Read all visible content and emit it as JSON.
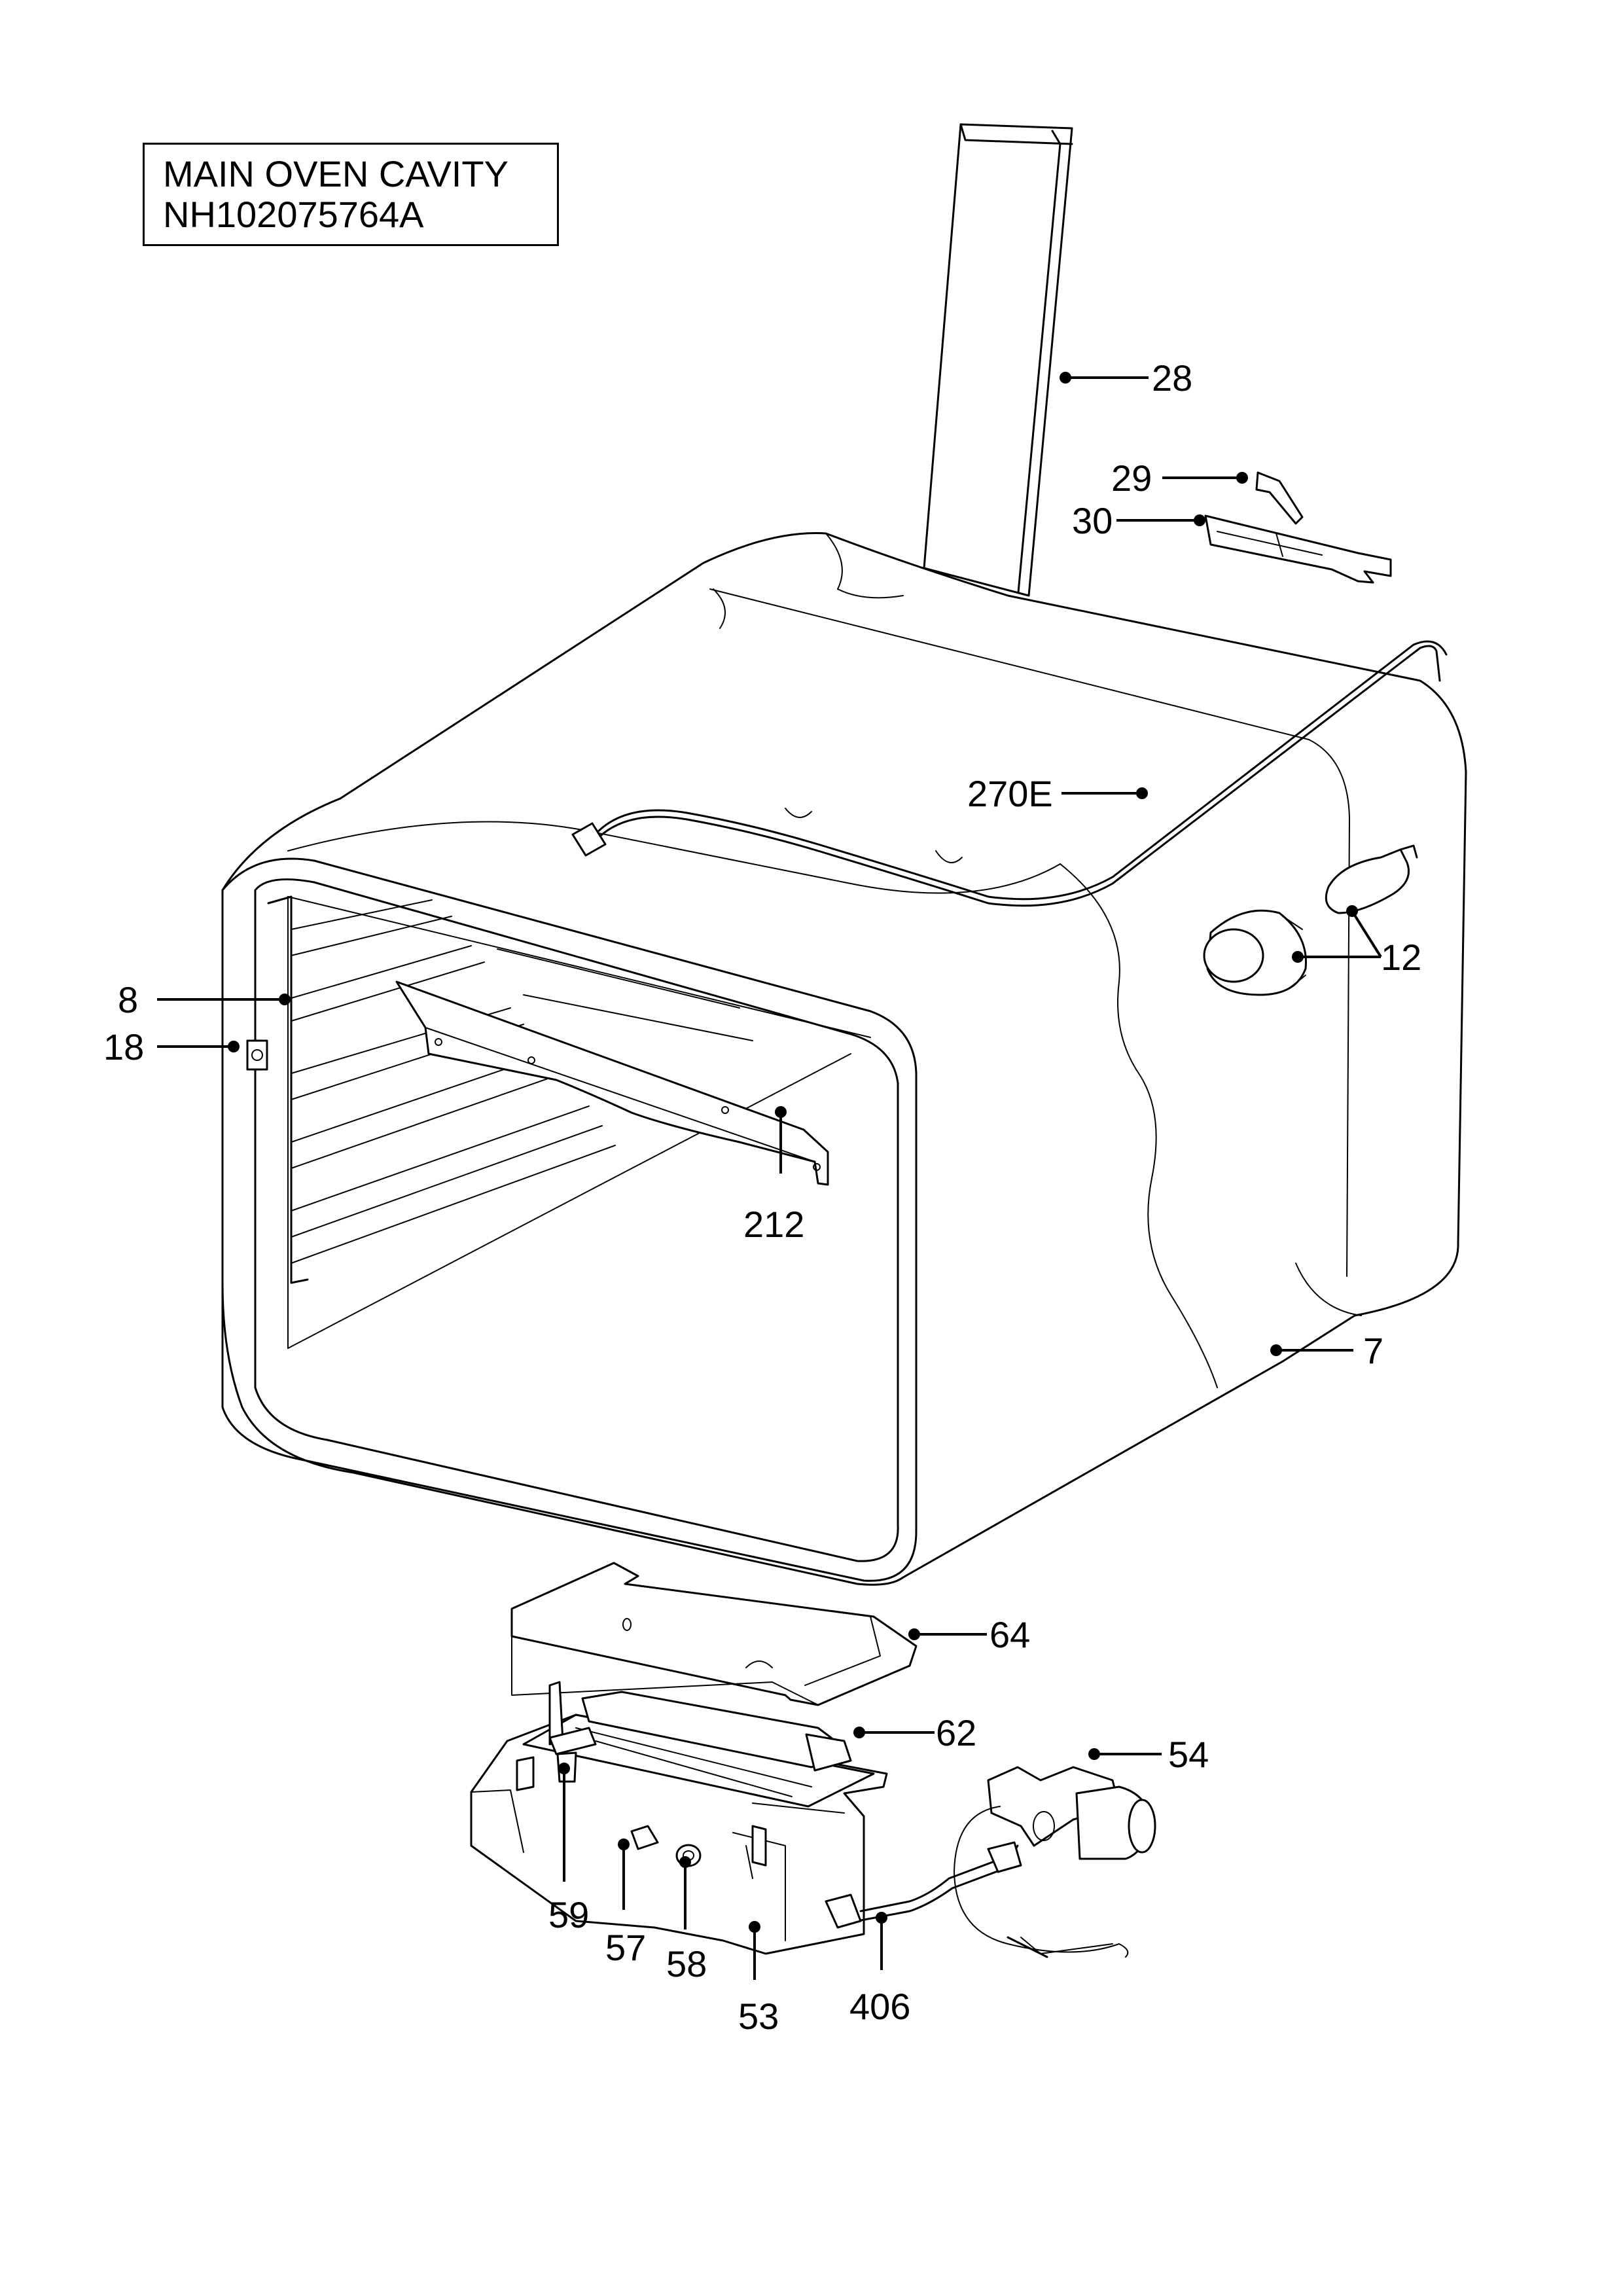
{
  "title": {
    "line1": "MAIN OVEN CAVITY",
    "line2": "NH102075764A"
  },
  "callouts": {
    "c28": "28",
    "c29": "29",
    "c30": "30",
    "c270E": "270E",
    "c12": "12",
    "c8": "8",
    "c18": "18",
    "c212": "212",
    "c7": "7",
    "c64": "64",
    "c62": "62",
    "c54": "54",
    "c59": "59",
    "c57": "57",
    "c58": "58",
    "c53": "53",
    "c406": "406"
  }
}
